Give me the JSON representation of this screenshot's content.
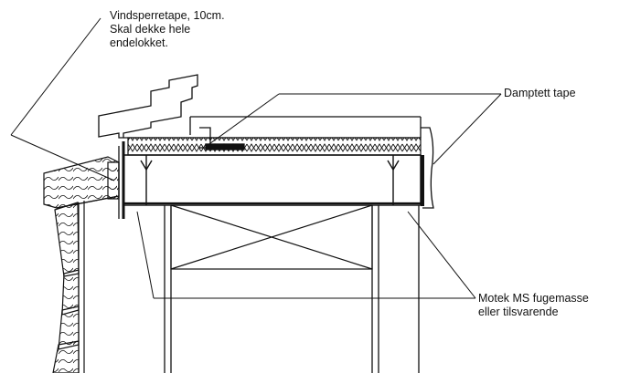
{
  "labels": {
    "vindsperretape": [
      "Vindsperretape, 10cm.",
      "Skal dekke hele",
      "endelokket."
    ],
    "damptett_tape": "Damptett tape",
    "motek": [
      "Motek MS fugemasse",
      "eller tilsvarende"
    ]
  },
  "colors": {
    "ink": "#111111",
    "background": "#ffffff"
  }
}
